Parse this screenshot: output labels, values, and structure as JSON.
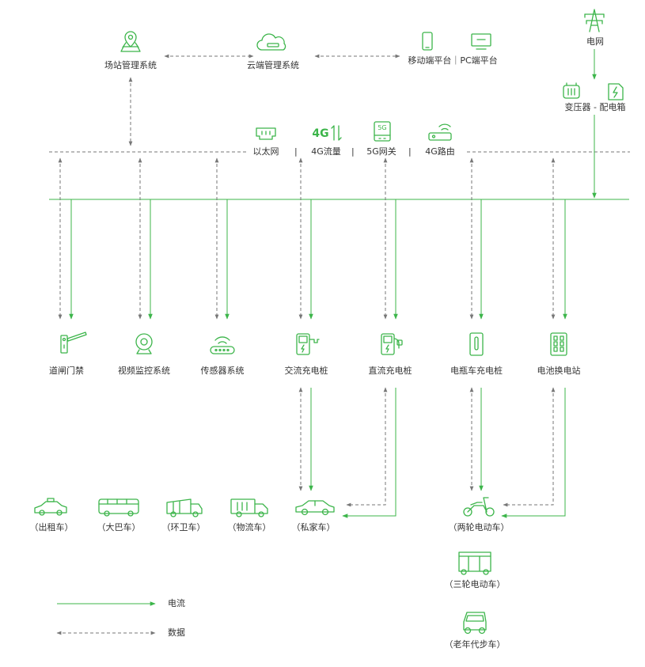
{
  "colors": {
    "power": "#3cb54a",
    "data": "#777777",
    "text": "#333333",
    "icon": "#3cb54a"
  },
  "top": {
    "station": "场站管理系统",
    "cloud": "云端管理系统",
    "mobile_pc": "移动端平台｜PC端平台",
    "grid": "电网",
    "transformer": "变压器 - 配电箱"
  },
  "network": {
    "ethernet": "以太网",
    "sep": "|",
    "flow4g": "4G流量",
    "gateway5g": "5G网关",
    "router4g": "4G路由",
    "icon_4g": "4G",
    "icon_5g": "5G"
  },
  "devices": [
    {
      "label": "道闸门禁",
      "icon": "barrier-gate-icon"
    },
    {
      "label": "视频监控系统",
      "icon": "camera-icon"
    },
    {
      "label": "传感器系统",
      "icon": "sensor-icon"
    },
    {
      "label": "交流充电桩",
      "icon": "ac-charger-icon"
    },
    {
      "label": "直流充电桩",
      "icon": "dc-charger-icon"
    },
    {
      "label": "电瓶车充电桩",
      "icon": "ebike-charger-icon"
    },
    {
      "label": "电池换电站",
      "icon": "battery-swap-icon"
    }
  ],
  "vehicles": [
    {
      "label": "（出租车）",
      "icon": "taxi-icon"
    },
    {
      "label": "（大巴车）",
      "icon": "bus-icon"
    },
    {
      "label": "（环卫车）",
      "icon": "sanitation-truck-icon"
    },
    {
      "label": "（物流车）",
      "icon": "logistics-truck-icon"
    },
    {
      "label": "（私家车）",
      "icon": "private-car-icon"
    },
    {
      "label": "（两轮电动车）",
      "icon": "scooter-icon"
    },
    {
      "label": "（三轮电动车）",
      "icon": "tricycle-icon"
    },
    {
      "label": "（老年代步车）",
      "icon": "mobility-car-icon"
    }
  ],
  "legend": {
    "power": "电流",
    "data": "数据"
  }
}
